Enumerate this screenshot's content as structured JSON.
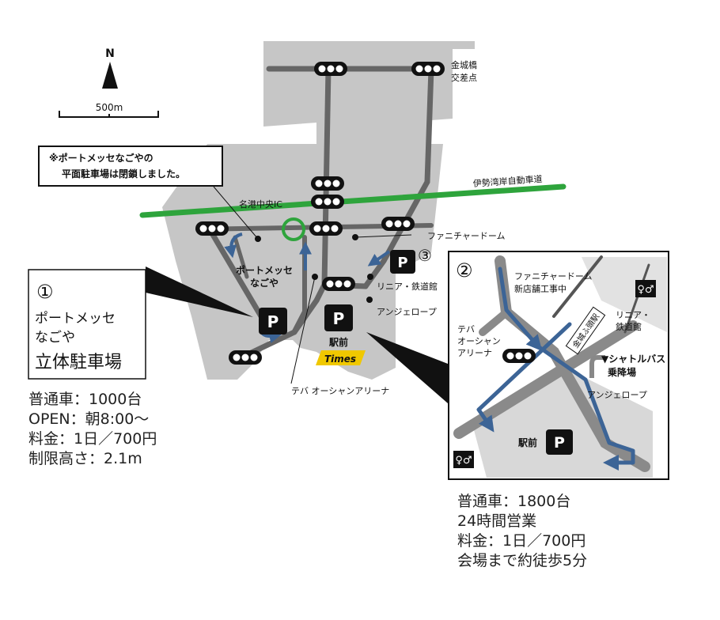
{
  "compass": {
    "north": "N",
    "scale": "500m"
  },
  "notice": {
    "line1": "※ポートメッセなごやの",
    "line2": "平面駐車場は閉鎖しました。"
  },
  "labels": {
    "kinjofuto_intersection_1": "金城橋",
    "kinjofuto_intersection_2": "交差点",
    "expressway": "伊勢湾岸自動車道",
    "meiko_ic": "名港中央IC",
    "furniture_dome": "ファニチャードーム",
    "portmesse_1": "ポートメッセ",
    "portmesse_2": "なごや",
    "linear": "リニア・鉄道館",
    "angelo": "アンジェロープ",
    "ekimae": "駅前",
    "times": "Times",
    "arena": "テバ オーシャンアリーナ"
  },
  "parking1": {
    "number": "①",
    "name_line1": "ポートメッセ",
    "name_line2": "なごや",
    "name_line3": "立体駐車場",
    "details": [
      "普通車：1000台",
      "OPEN：朝8:00～",
      "料金：1日／700円",
      "制限高さ：2.1m"
    ]
  },
  "parking3": {
    "number": "③"
  },
  "inset": {
    "number": "②",
    "furniture_line1": "ファニチャードーム",
    "furniture_line2": "新店舗工事中",
    "arena_line1": "テバ",
    "arena_line2": "オーシャン",
    "arena_line3": "アリーナ",
    "linear_line1": "リニア・",
    "linear_line2": "鉄道館",
    "station": "金城ふ頭駅",
    "shuttle_line1": "▼シャトルバス",
    "shuttle_line2": "乗降場",
    "angelo": "アンジェロープ",
    "ekimae": "駅前"
  },
  "parking2": {
    "details": [
      "普通車：1800台",
      "24時間営業",
      "料金：1日／700円",
      "会場まで約徒歩5分"
    ]
  },
  "colors": {
    "land": "#c6c6c6",
    "road": "#666666",
    "expressway": "#2ea43c",
    "route_arrow": "#3c6496",
    "times": "#f0c800",
    "ic_circle": "#2ea43c"
  },
  "icons": {
    "traffic_signal": "traffic-signal-icon",
    "parking": "parking-icon",
    "toilet": "restroom-icon",
    "north": "north-arrow-icon"
  }
}
